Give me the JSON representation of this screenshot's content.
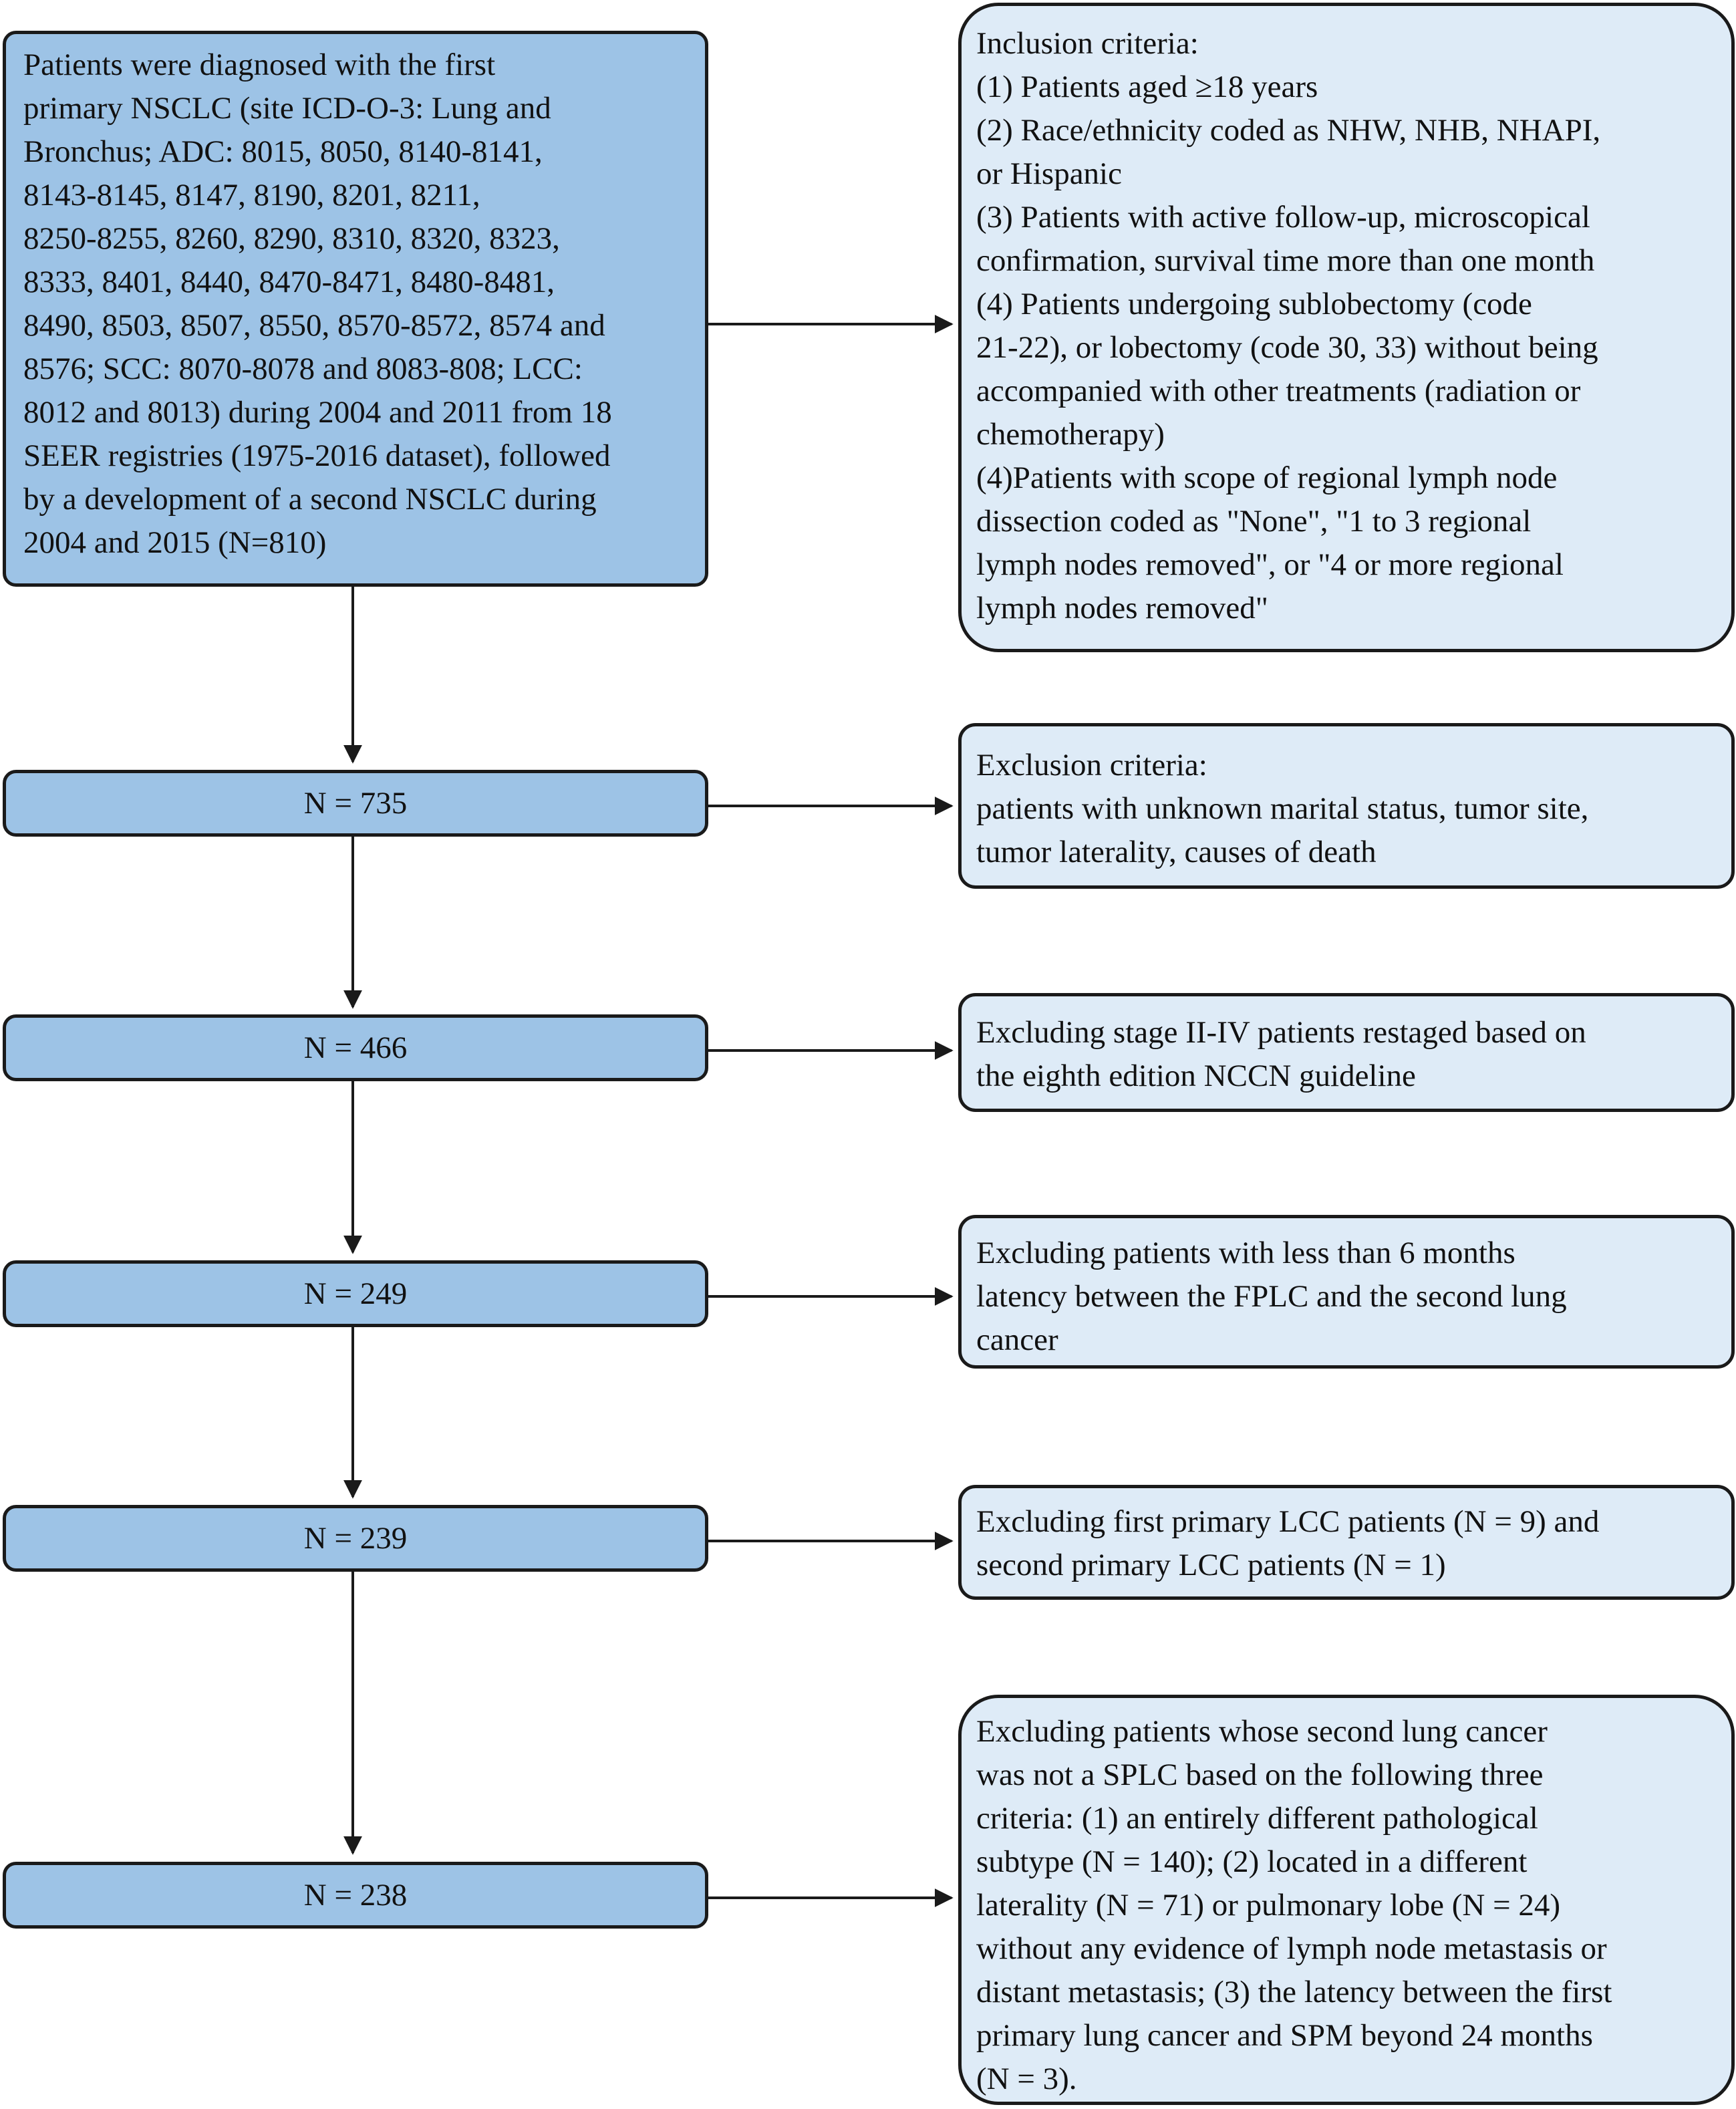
{
  "colors": {
    "step_fill": "#9dc3e6",
    "criteria_fill": "#deebf7",
    "stroke": "#1a1a1a"
  },
  "start": {
    "lines": [
      " Patients were diagnosed with the first",
      " primary NSCLC (site ICD-O-3: Lung and",
      "Bronchus; ADC: 8015, 8050, 8140-8141,",
      "8143-8145, 8147, 8190, 8201, 8211,",
      "8250-8255, 8260, 8290, 8310, 8320, 8323,",
      "8333, 8401, 8440, 8470-8471, 8480-8481,",
      "8490, 8503, 8507, 8550, 8570-8572, 8574 and",
      "8576; SCC: 8070-8078 and 8083-808; LCC:",
      "8012 and 8013) during 2004 and 2011 from 18",
      "SEER registries (1975-2016 dataset), followed",
      "by a development of a second NSCLC during",
      " 2004 and 2015 (N=810)"
    ]
  },
  "inclusion": {
    "lines": [
      " Inclusion criteria:",
      "(1) Patients aged ≥18 years",
      "(2) Race/ethnicity coded as NHW, NHB, NHAPI,",
      "or Hispanic",
      "(3) Patients with active follow-up, microscopical",
      "confirmation, survival time more than one month",
      "(4) Patients undergoing sublobectomy (code",
      "21-22), or lobectomy (code 30, 33) without being",
      "accompanied with other treatments (radiation or",
      "chemotherapy)",
      "(4)Patients with scope of regional lymph node",
      "dissection coded as \"None\", \"1 to 3 regional",
      "lymph nodes removed\", or \"4 or more regional",
      "lymph nodes removed\""
    ]
  },
  "steps": [
    "N = 735",
    "N = 466",
    "N = 249",
    "N = 239",
    "N = 238"
  ],
  "exclusions": [
    {
      "lines": [
        " Exclusion criteria:",
        "patients with unknown marital status, tumor site,",
        "tumor laterality, causes of death"
      ]
    },
    {
      "lines": [
        " Excluding stage II-IV patients restaged based on",
        "the eighth edition NCCN guideline"
      ]
    },
    {
      "lines": [
        " Excluding patients with less than 6 months",
        "latency between the FPLC and the second lung",
        "cancer"
      ]
    },
    {
      "lines": [
        " Excluding first primary LCC  patients (N = 9) and",
        "second primary LCC  patients (N = 1)"
      ]
    },
    {
      "lines": [
        " Excluding patients whose second lung cancer",
        "was not a SPLC based on the following three",
        "criteria: (1) an entirely different pathological",
        "subtype (N = 140); (2) located in a different",
        "laterality (N = 71) or pulmonary lobe (N = 24)",
        "without any evidence of lymph node metastasis or",
        "distant metastasis; (3) the latency between the first",
        "primary lung cancer and SPM beyond 24 months",
        "(N = 3)."
      ]
    }
  ]
}
